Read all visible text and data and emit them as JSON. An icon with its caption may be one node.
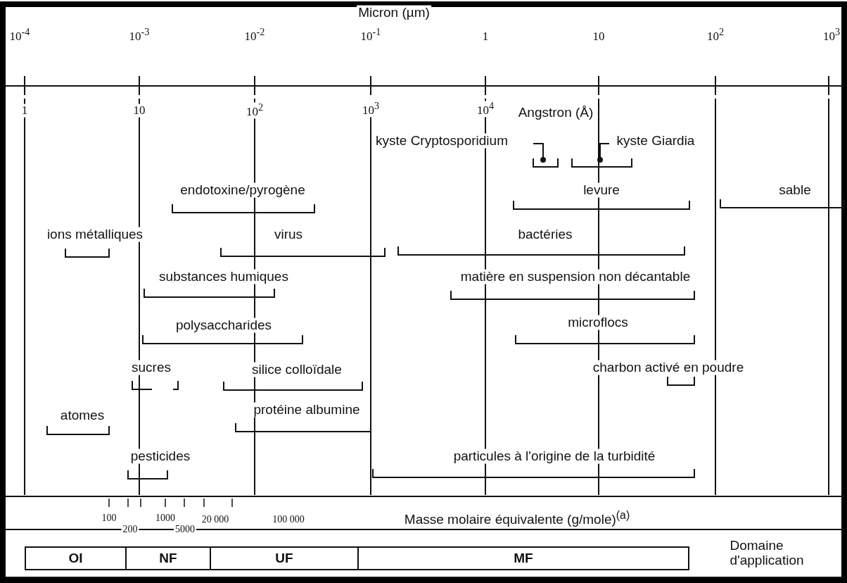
{
  "diagram": {
    "nodes": [
      {
        "text": [
          "OI"
        ]
      },
      {
        "text": [
          "NF"
        ]
      },
      {
        "text": [
          "UF"
        ]
      },
      {
        "text": [
          "MF"
        ]
      }
    ],
    "labels": [
      "Micron (µm)",
      "10$^{-4}$",
      "10$^{-3}$",
      "10$^{-2}$",
      "10$^{-1}$",
      "1",
      "10",
      "10$^{2}$",
      "10$^{3}$",
      "1",
      "10",
      "10$^{2}$",
      "10$^{3}$",
      "10$^{4}$",
      "Angstron (Å)",
      "kyste Cryptosporidium",
      "kyste Giardia",
      "endotoxine/pyrogène",
      "levure",
      "sable",
      "ions métalliques",
      "virus",
      "bactéries",
      "substances humiques",
      "matière en suspension non décantable",
      "polysaccharides",
      "microflocs",
      "sucres",
      "silice colloïdale",
      "charbon activé en poudre",
      "atomes",
      "protéine albumine",
      "pesticides",
      "particules à l'origine de la turbidité",
      "100",
      "200",
      "1000",
      "5000",
      "20 000",
      "100 000",
      "Masse molaire équivalente (g/mole)$^{(a)}$",
      "Domaine d'application"
    ]
  }
}
